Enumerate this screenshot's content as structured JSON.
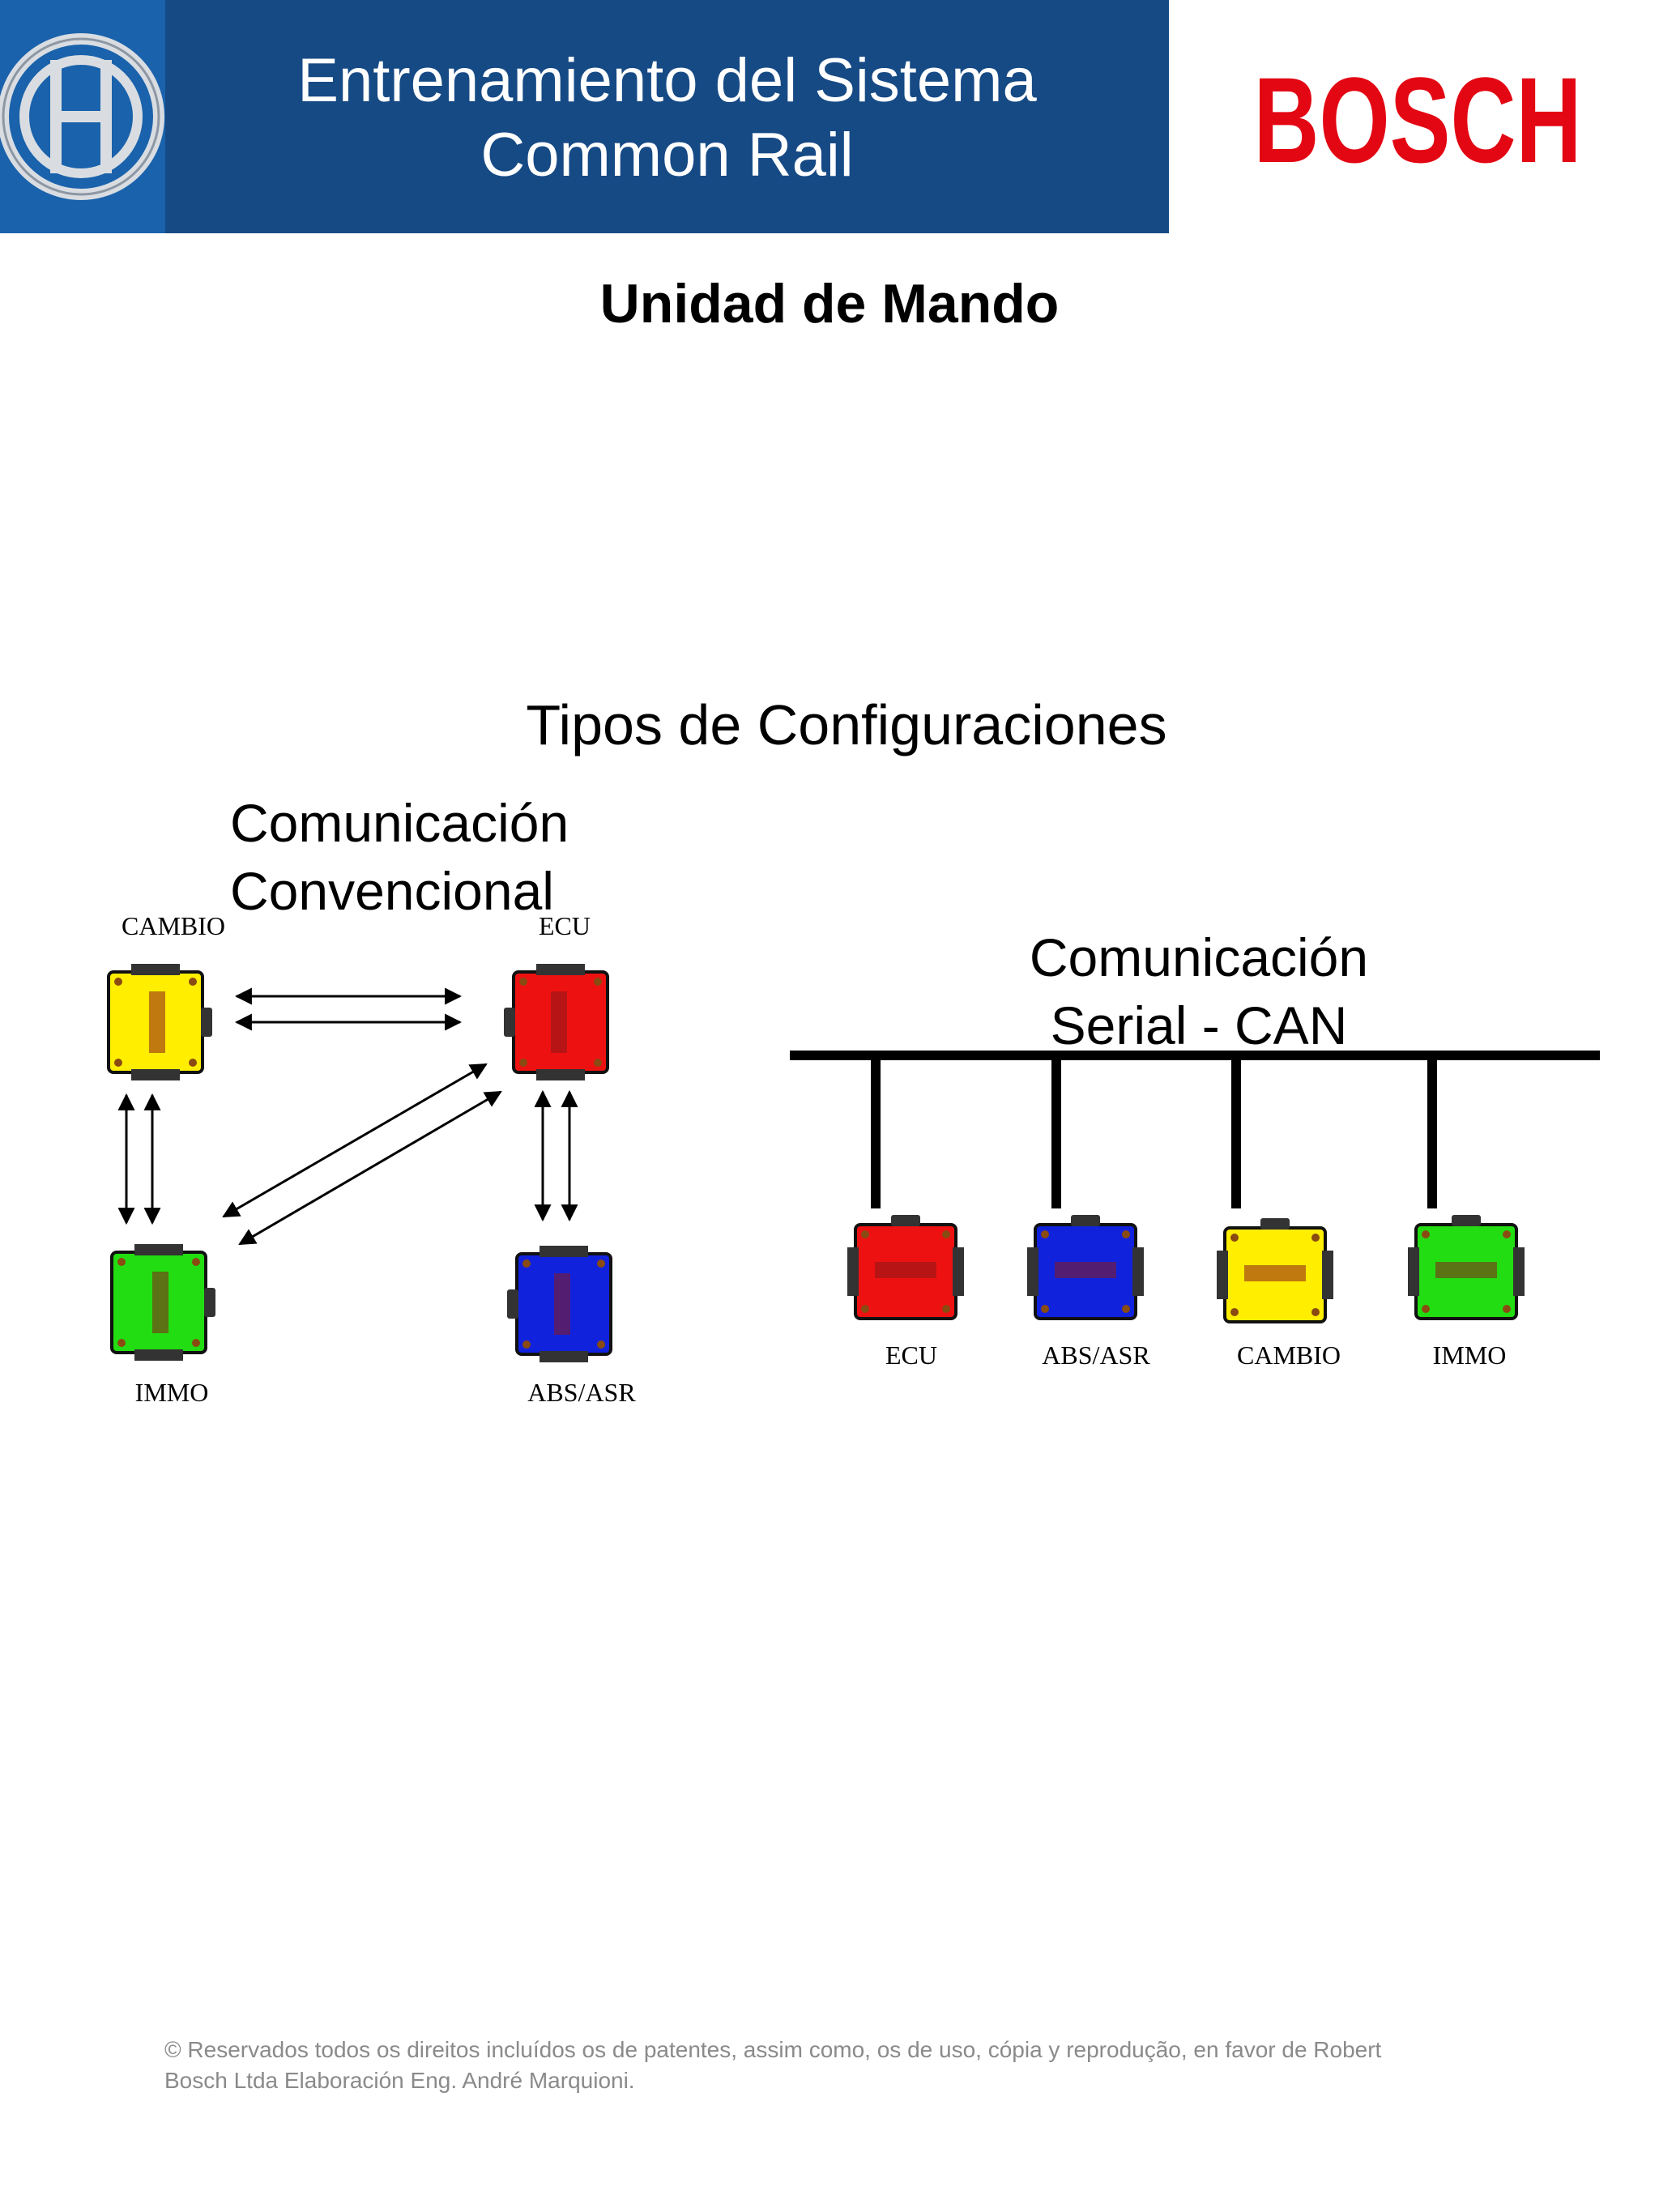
{
  "header": {
    "title_line1": "Entrenamiento del Sistema",
    "title_line2": "Common Rail",
    "brand": "BOSCH",
    "band_color": "#164a85",
    "logo_bg_color": "#1a62ab",
    "brand_color": "#e30613"
  },
  "section_title": "Unidad de Mando",
  "config_title": "Tipos de Configuraciones",
  "conventional": {
    "title_line1": "Comunicación",
    "title_line2": "Convencional",
    "units": [
      {
        "label": "CAMBIO",
        "color": "#ffee00"
      },
      {
        "label": "ECU",
        "color": "#ee1111"
      },
      {
        "label": "IMMO",
        "color": "#22dd11"
      },
      {
        "label": "ABS/ASR",
        "color": "#1122dd"
      }
    ]
  },
  "can": {
    "title_line1": "Comunicación",
    "title_line2": "Serial - CAN",
    "units": [
      {
        "label": "ECU",
        "color": "#ee1111"
      },
      {
        "label": "ABS/ASR",
        "color": "#1122dd"
      },
      {
        "label": "CAMBIO",
        "color": "#ffee00"
      },
      {
        "label": "IMMO",
        "color": "#22dd11"
      }
    ]
  },
  "footer": {
    "line1": "© Reservados todos os direitos incluídos os de patentes, assim como, os de uso, cópia y reprodução, en favor de Robert",
    "line2": "Bosch Ltda Elaboración Eng. André Marquioni."
  }
}
